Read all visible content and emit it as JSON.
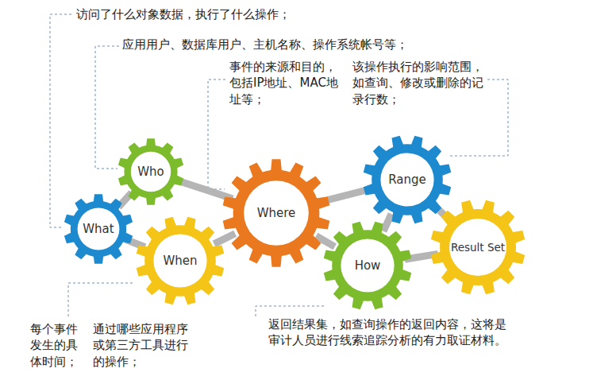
{
  "diagram": {
    "nodes": [
      {
        "text": [
          "What"
        ]
      },
      {
        "text": [
          "Who"
        ]
      },
      {
        "text": [
          "When"
        ]
      },
      {
        "text": [
          "Where"
        ]
      },
      {
        "text": [
          "How"
        ]
      },
      {
        "text": [
          "Range"
        ]
      },
      {
        "text": [
          "Result Set"
        ]
      }
    ],
    "edges": [
      {
        "from": 0,
        "to": 1,
        "arrow": "none"
      },
      {
        "from": 0,
        "to": 2,
        "arrow": "none"
      },
      {
        "from": 1,
        "to": 3,
        "arrow": "none"
      },
      {
        "from": 2,
        "to": 3,
        "arrow": "none"
      },
      {
        "from": 3,
        "to": 5,
        "arrow": "none"
      },
      {
        "from": 3,
        "to": 4,
        "arrow": "none"
      },
      {
        "from": 4,
        "to": 5,
        "arrow": "none"
      },
      {
        "from": 4,
        "to": 6,
        "arrow": "none"
      },
      {
        "from": 5,
        "to": 6,
        "arrow": "none"
      }
    ],
    "labels": [
      "访问了什么对象数据，执行了什么操作；",
      "应用用户、数据库用户、主机名称、操作系统帐号等；",
      "事件的来源和目的，包括IP地址、MAC地址等；",
      "该操作执行的影响范围，如查询、修改或删除的记录行数；",
      "每个事件发生的具体时间；",
      "通过哪些应用程序或第三方工具进行的操作；",
      "返回结果集，如查询操作的返回内容，这将是审计人员进行线索追踪分析的有力取证材料。"
    ]
  }
}
